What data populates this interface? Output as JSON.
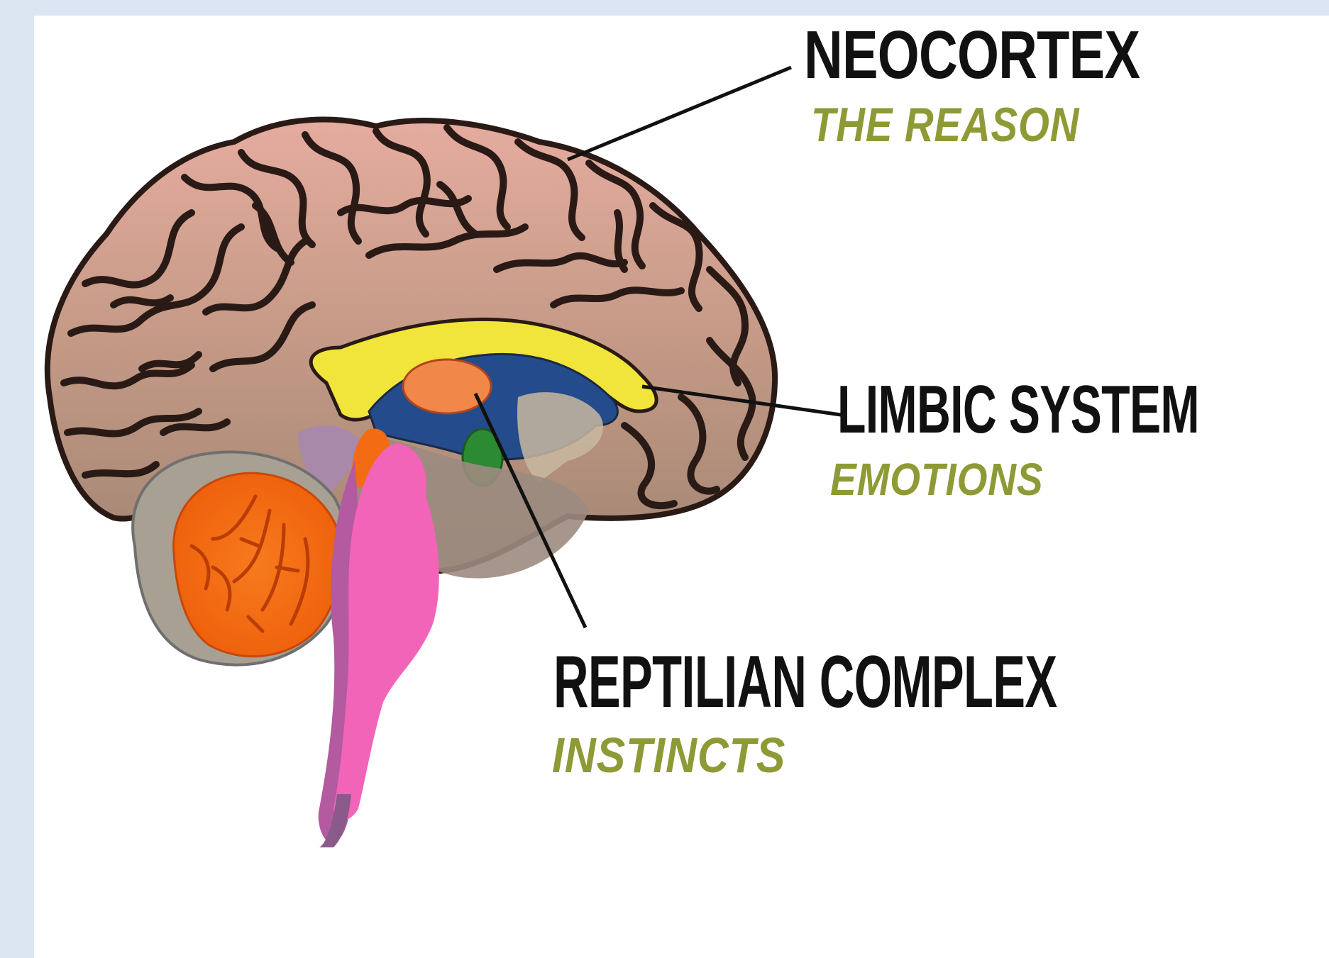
{
  "labels": {
    "neocortex": {
      "title": "NEOCORTEX",
      "subtitle": "THE REASON"
    },
    "limbic": {
      "title": "LIMBIC SYSTEM",
      "subtitle": "EMOTIONS"
    },
    "reptilian": {
      "title": "REPTILIAN COMPLEX",
      "subtitle": "INSTINCTS"
    }
  },
  "colors": {
    "background": "#dce6f2",
    "panel": "#ffffff",
    "cortex_top": "#e2aa9c",
    "cortex_bottom": "#a48b78",
    "gyri_outline": "#2a1a16",
    "limbic_ring": "#f1e43a",
    "limbic_inner": "#244b8c",
    "thalamus": "#f2874a",
    "amygdala": "#2c8a32",
    "cerebellum": "#f36b12",
    "brainstem": "#f264b8",
    "spinal_cord": "#b35aa0",
    "subtitle": "#8f9a36",
    "leader_line": "#111111"
  }
}
